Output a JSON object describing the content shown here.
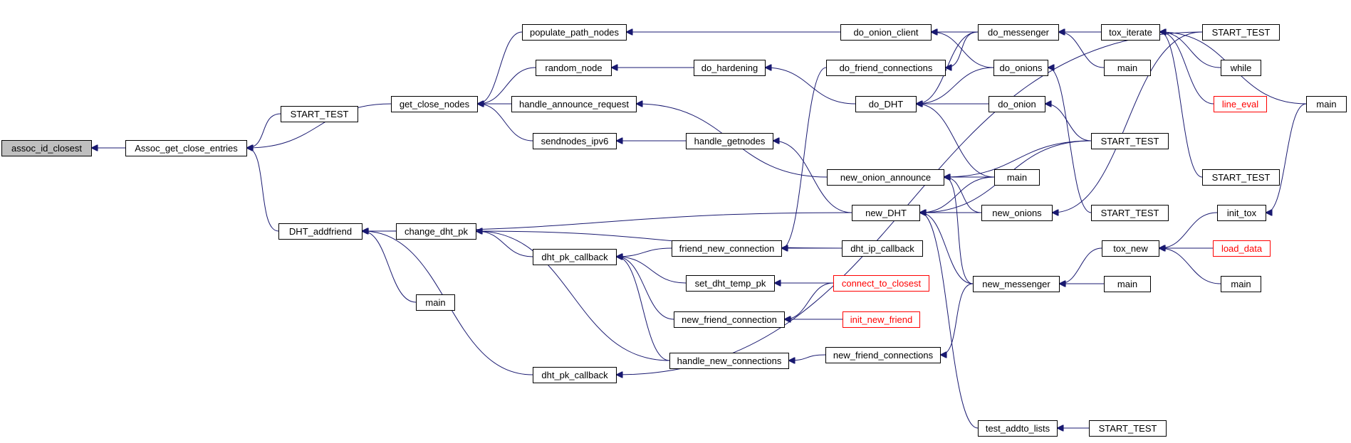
{
  "colors": {
    "edge": "#191970",
    "root_fill": "#bfbfbf",
    "highlight_border": "#ff0000"
  },
  "nodes": [
    {
      "id": "n0",
      "label": "assoc_id_closest",
      "kind": "root"
    },
    {
      "id": "n1",
      "label": "Assoc_get_close_entries"
    },
    {
      "id": "n2",
      "label": "START_TEST"
    },
    {
      "id": "n3",
      "label": "get_close_nodes"
    },
    {
      "id": "n4",
      "label": "DHT_addfriend"
    },
    {
      "id": "n5",
      "label": "populate_path_nodes"
    },
    {
      "id": "n6",
      "label": "random_node"
    },
    {
      "id": "n7",
      "label": "handle_announce_request"
    },
    {
      "id": "n8",
      "label": "sendnodes_ipv6"
    },
    {
      "id": "n9",
      "label": "change_dht_pk"
    },
    {
      "id": "n10",
      "label": "main"
    },
    {
      "id": "n11",
      "label": "dht_pk_callback"
    },
    {
      "id": "n12",
      "label": "dht_pk_callback"
    },
    {
      "id": "n13",
      "label": "do_hardening"
    },
    {
      "id": "n14",
      "label": "handle_getnodes"
    },
    {
      "id": "n15",
      "label": "friend_new_connection"
    },
    {
      "id": "n16",
      "label": "set_dht_temp_pk"
    },
    {
      "id": "n17",
      "label": "new_friend_connection"
    },
    {
      "id": "n18",
      "label": "handle_new_connections"
    },
    {
      "id": "n19",
      "label": "do_onion_client"
    },
    {
      "id": "n20",
      "label": "do_friend_connections"
    },
    {
      "id": "n21",
      "label": "do_DHT"
    },
    {
      "id": "n22",
      "label": "new_onion_announce"
    },
    {
      "id": "n23",
      "label": "new_DHT"
    },
    {
      "id": "n24",
      "label": "dht_ip_callback"
    },
    {
      "id": "n25",
      "label": "connect_to_closest",
      "kind": "truncated"
    },
    {
      "id": "n26",
      "label": "init_new_friend",
      "kind": "truncated"
    },
    {
      "id": "n27",
      "label": "new_friend_connections"
    },
    {
      "id": "n28",
      "label": "do_messenger"
    },
    {
      "id": "n29",
      "label": "do_onions"
    },
    {
      "id": "n30",
      "label": "do_onion"
    },
    {
      "id": "n31",
      "label": "main"
    },
    {
      "id": "n32",
      "label": "new_onions"
    },
    {
      "id": "n33",
      "label": "new_messenger"
    },
    {
      "id": "n34",
      "label": "test_addto_lists"
    },
    {
      "id": "n35",
      "label": "tox_iterate"
    },
    {
      "id": "n36",
      "label": "main"
    },
    {
      "id": "n37",
      "label": "START_TEST"
    },
    {
      "id": "n38",
      "label": "START_TEST"
    },
    {
      "id": "n39",
      "label": "tox_new"
    },
    {
      "id": "n40",
      "label": "main"
    },
    {
      "id": "n41",
      "label": "START_TEST"
    },
    {
      "id": "n42",
      "label": "START_TEST"
    },
    {
      "id": "n43",
      "label": "while"
    },
    {
      "id": "n44",
      "label": "line_eval",
      "kind": "truncated"
    },
    {
      "id": "n45",
      "label": "START_TEST"
    },
    {
      "id": "n46",
      "label": "init_tox"
    },
    {
      "id": "n47",
      "label": "load_data",
      "kind": "truncated"
    },
    {
      "id": "n48",
      "label": "main"
    },
    {
      "id": "n49",
      "label": "main"
    }
  ],
  "edges": [
    {
      "from": "n1",
      "to": "n0"
    },
    {
      "from": "n2",
      "to": "n1"
    },
    {
      "from": "n3",
      "to": "n1"
    },
    {
      "from": "n4",
      "to": "n1"
    },
    {
      "from": "n5",
      "to": "n3"
    },
    {
      "from": "n6",
      "to": "n3"
    },
    {
      "from": "n7",
      "to": "n3"
    },
    {
      "from": "n8",
      "to": "n3"
    },
    {
      "from": "n9",
      "to": "n4"
    },
    {
      "from": "n10",
      "to": "n4"
    },
    {
      "from": "n12",
      "to": "n4"
    },
    {
      "from": "n23",
      "to": "n4"
    },
    {
      "from": "n19",
      "to": "n5"
    },
    {
      "from": "n13",
      "to": "n6"
    },
    {
      "from": "n22",
      "to": "n7"
    },
    {
      "from": "n14",
      "to": "n8"
    },
    {
      "from": "n11",
      "to": "n9"
    },
    {
      "from": "n18",
      "to": "n9"
    },
    {
      "from": "n24",
      "to": "n9"
    },
    {
      "from": "n15",
      "to": "n11"
    },
    {
      "from": "n16",
      "to": "n11"
    },
    {
      "from": "n17",
      "to": "n11"
    },
    {
      "from": "n18",
      "to": "n11"
    },
    {
      "from": "n42",
      "to": "n12"
    },
    {
      "from": "n21",
      "to": "n13"
    },
    {
      "from": "n23",
      "to": "n14"
    },
    {
      "from": "n20",
      "to": "n15"
    },
    {
      "from": "n24",
      "to": "n15"
    },
    {
      "from": "n25",
      "to": "n16"
    },
    {
      "from": "n25",
      "to": "n17"
    },
    {
      "from": "n26",
      "to": "n17"
    },
    {
      "from": "n27",
      "to": "n18"
    },
    {
      "from": "n28",
      "to": "n19"
    },
    {
      "from": "n29",
      "to": "n19"
    },
    {
      "from": "n28",
      "to": "n20"
    },
    {
      "from": "n28",
      "to": "n21"
    },
    {
      "from": "n29",
      "to": "n21"
    },
    {
      "from": "n30",
      "to": "n21"
    },
    {
      "from": "n31",
      "to": "n21"
    },
    {
      "from": "n31",
      "to": "n22"
    },
    {
      "from": "n32",
      "to": "n22"
    },
    {
      "from": "n33",
      "to": "n22"
    },
    {
      "from": "n37",
      "to": "n22"
    },
    {
      "from": "n31",
      "to": "n23"
    },
    {
      "from": "n32",
      "to": "n23"
    },
    {
      "from": "n33",
      "to": "n23"
    },
    {
      "from": "n34",
      "to": "n23"
    },
    {
      "from": "n37",
      "to": "n23"
    },
    {
      "from": "n33",
      "to": "n27"
    },
    {
      "from": "n35",
      "to": "n28"
    },
    {
      "from": "n36",
      "to": "n28"
    },
    {
      "from": "n38",
      "to": "n29"
    },
    {
      "from": "n37",
      "to": "n30"
    },
    {
      "from": "n42",
      "to": "n32"
    },
    {
      "from": "n39",
      "to": "n33"
    },
    {
      "from": "n40",
      "to": "n33"
    },
    {
      "from": "n41",
      "to": "n34"
    },
    {
      "from": "n43",
      "to": "n35"
    },
    {
      "from": "n44",
      "to": "n35"
    },
    {
      "from": "n45",
      "to": "n35"
    },
    {
      "from": "n49",
      "to": "n35"
    },
    {
      "from": "n46",
      "to": "n39"
    },
    {
      "from": "n47",
      "to": "n39"
    },
    {
      "from": "n48",
      "to": "n39"
    },
    {
      "from": "n50",
      "to": "n39"
    },
    {
      "from": "n49",
      "to": "n46"
    }
  ]
}
